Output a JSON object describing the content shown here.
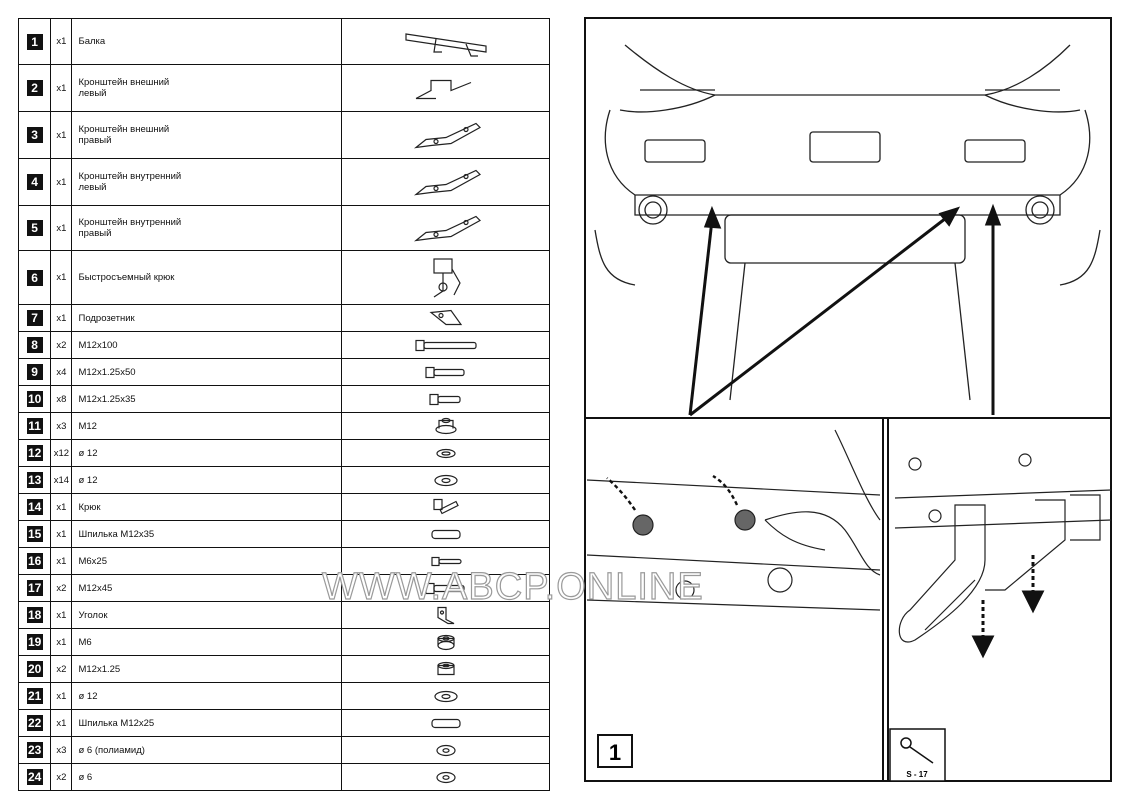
{
  "parts": [
    {
      "num": "1",
      "qty": "x1",
      "name": [
        "Балка"
      ],
      "icon": "beam-icon"
    },
    {
      "num": "2",
      "qty": "x1",
      "name": [
        "Кронштейн внешний",
        "левый"
      ],
      "icon": "bracket-outer-left-icon"
    },
    {
      "num": "3",
      "qty": "x1",
      "name": [
        "Кронштейн внешний",
        "правый"
      ],
      "icon": "bracket-outer-right-icon"
    },
    {
      "num": "4",
      "qty": "x1",
      "name": [
        "Кронштейн внутренний",
        "левый"
      ],
      "icon": "bracket-inner-left-icon"
    },
    {
      "num": "5",
      "qty": "x1",
      "name": [
        "Кронштейн внутренний",
        "правый"
      ],
      "icon": "bracket-inner-right-icon"
    },
    {
      "num": "6",
      "qty": "x1",
      "name": [
        "Быстросъемный крюк"
      ],
      "icon": "detachable-hook-icon"
    },
    {
      "num": "7",
      "qty": "x1",
      "name": [
        "Подрозетник"
      ],
      "icon": "socket-plate-icon"
    },
    {
      "num": "8",
      "qty": "x2",
      "name": [
        "M12x100"
      ],
      "icon": "bolt-long-icon"
    },
    {
      "num": "9",
      "qty": "x4",
      "name": [
        "M12x1.25x50"
      ],
      "icon": "bolt-medium-icon"
    },
    {
      "num": "10",
      "qty": "x8",
      "name": [
        "M12x1.25x35"
      ],
      "icon": "bolt-short-icon"
    },
    {
      "num": "11",
      "qty": "x3",
      "name": [
        "M12"
      ],
      "icon": "flange-nut-icon"
    },
    {
      "num": "12",
      "qty": "x12",
      "name": [
        "ø 12"
      ],
      "icon": "spring-washer-icon"
    },
    {
      "num": "13",
      "qty": "x14",
      "name": [
        "ø 12"
      ],
      "icon": "washer-icon"
    },
    {
      "num": "14",
      "qty": "x1",
      "name": [
        "Крюк"
      ],
      "icon": "hook-pin-icon"
    },
    {
      "num": "15",
      "qty": "x1",
      "name": [
        "Шпилька M12x35"
      ],
      "icon": "stud-icon"
    },
    {
      "num": "16",
      "qty": "x1",
      "name": [
        "M6x25"
      ],
      "icon": "bolt-small-icon"
    },
    {
      "num": "17",
      "qty": "x2",
      "name": [
        "M12x45"
      ],
      "icon": "bolt-medium-icon"
    },
    {
      "num": "18",
      "qty": "x1",
      "name": [
        "Уголок"
      ],
      "icon": "angle-bracket-icon"
    },
    {
      "num": "19",
      "qty": "x1",
      "name": [
        "M6"
      ],
      "icon": "lock-nut-icon"
    },
    {
      "num": "20",
      "qty": "x2",
      "name": [
        "M12x1.25"
      ],
      "icon": "hex-nut-icon"
    },
    {
      "num": "21",
      "qty": "x1",
      "name": [
        "ø 12"
      ],
      "icon": "flat-washer-icon"
    },
    {
      "num": "22",
      "qty": "x1",
      "name": [
        "Шпилька M12x25"
      ],
      "icon": "stud-icon"
    },
    {
      "num": "23",
      "qty": "x3",
      "name": [
        "ø 6 (полиамид)"
      ],
      "icon": "plastic-washer-icon"
    },
    {
      "num": "24",
      "qty": "x2",
      "name": [
        "ø 6"
      ],
      "icon": "small-washer-icon"
    }
  ],
  "figure": {
    "step_number": "1",
    "tool_label": "S - 17"
  },
  "watermark": "WWW.ABCP.ONLINE"
}
